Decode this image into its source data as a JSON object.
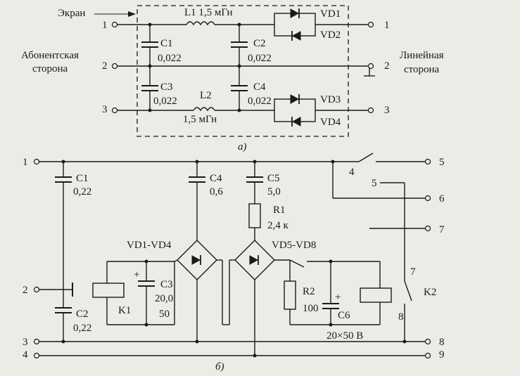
{
  "top": {
    "screen_label": "Экран",
    "subscriber_side": [
      "Абонентская",
      "сторона"
    ],
    "line_side": [
      "Линейная",
      "сторона"
    ],
    "L1": "L1 1,5 мГн",
    "L2": "L2",
    "L2_value": "1,5 мГн",
    "C1": "C1",
    "C1_value": "0,022",
    "C2": "C2",
    "C2_value": "0,022",
    "C3": "C3",
    "C3_value": "0,022",
    "C4": "C4",
    "C4_value": "0,022",
    "VD1": "VD1",
    "VD2": "VD2",
    "VD3": "VD3",
    "VD4": "VD4",
    "left_terminals": [
      "1",
      "2",
      "3"
    ],
    "right_terminals": [
      "1",
      "2",
      "3"
    ],
    "caption": "а)"
  },
  "bottom": {
    "left_terminals": [
      "1",
      "2",
      "3",
      "4"
    ],
    "right_terminals": [
      "5",
      "6",
      "7",
      "8",
      "9"
    ],
    "C1": "C1",
    "C1_value": "0,22",
    "C2": "C2",
    "C2_value": "0,22",
    "C3": "C3",
    "C3_value_1": "20,0",
    "C3_value_2": "50",
    "C4": "C4",
    "C4_value": "0,6",
    "C5": "C5",
    "C5_value": "5,0",
    "C6": "C6",
    "C6_value": "20×50 В",
    "R1": "R1",
    "R1_value": "2,4 к",
    "R2": "R2",
    "R2_value": "100",
    "bridge1": "VD1-VD4",
    "bridge2": "VD5-VD8",
    "K1": "K1",
    "K2": "K2",
    "contact_labels": [
      "4",
      "5",
      "7",
      "8"
    ],
    "plus": "+",
    "caption": "б)"
  }
}
